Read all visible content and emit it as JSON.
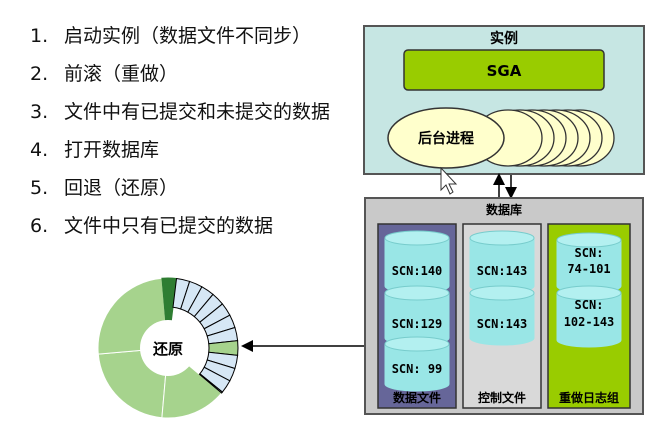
{
  "steps": [
    {
      "num": "1.",
      "text": "启动实例（数据文件不同步）"
    },
    {
      "num": "2.",
      "text": "前滚（重做）"
    },
    {
      "num": "3.",
      "text": "文件中有已提交和未提交的数据"
    },
    {
      "num": "4.",
      "text": "打开数据库"
    },
    {
      "num": "5.",
      "text": "回退（还原）"
    },
    {
      "num": "6.",
      "text": "文件中只有已提交的数据"
    }
  ],
  "instance": {
    "title": "实例",
    "sga": "SGA",
    "background": "后台进程"
  },
  "database": {
    "title": "数据库",
    "datafiles": {
      "label": "数据文件",
      "scn": [
        "SCN:140",
        "SCN:129",
        "SCN: 99"
      ]
    },
    "controlfiles": {
      "label": "控制文件",
      "scn": [
        "SCN:143",
        "SCN:143"
      ]
    },
    "redologs": {
      "label": "重做日志组",
      "scn": [
        [
          "SCN:",
          "74-101"
        ],
        [
          "SCN:",
          "102-143"
        ]
      ]
    }
  },
  "undo": {
    "label": "还原"
  },
  "colors": {
    "instance_bg": "#c6e6e3",
    "sga_fill": "#99cc00",
    "db_bg": "#c9c9c9",
    "datafile_panel": "#666699",
    "controlfile_panel": "#d9d9d9",
    "redo_panel": "#99cc00",
    "cylinder": "#99e6e6",
    "ring_green": "#a6d38d",
    "ring_blue": "#d6e7f5"
  }
}
